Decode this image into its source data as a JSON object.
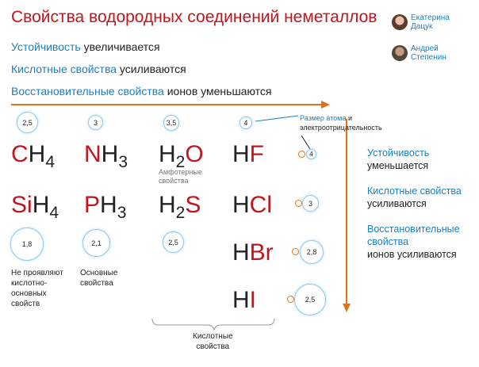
{
  "title": "Свойства водородных соединений неметаллов",
  "authors": [
    {
      "first": "Екатерина",
      "last": "Дацук",
      "avatar_color": "#9a6b4e"
    },
    {
      "first": "Андрей",
      "last": "Степенин",
      "avatar_color": "#6e6352"
    }
  ],
  "lines": [
    {
      "accent": "Устойчивость",
      "rest": " увеличивается"
    },
    {
      "accent": "Кислотные свойства",
      "rest": " усиливаются"
    },
    {
      "accent": "Восстановительные свойства",
      "rest": " ионов уменьшаются"
    }
  ],
  "top_values": [
    "2,5",
    "3",
    "3,5",
    "4"
  ],
  "legend": {
    "accent": "Размер атома",
    "rest1": " и",
    "rest2": "электроотрицательность"
  },
  "row1": [
    {
      "el": "C",
      "h": "H",
      "sub": "4"
    },
    {
      "el": "N",
      "h": "H",
      "sub": "3"
    },
    {
      "el": "O",
      "h": "H",
      "sub": "2",
      "h_first": true
    },
    {
      "el": "F",
      "h": "H",
      "sub": "",
      "h_first": true
    }
  ],
  "row2": [
    {
      "el": "Si",
      "h": "H",
      "sub": "4"
    },
    {
      "el": "P",
      "h": "H",
      "sub": "3"
    },
    {
      "el": "S",
      "h": "H",
      "sub": "2",
      "h_first": true
    },
    {
      "el": "Cl",
      "h": "H",
      "sub": "",
      "h_first": true
    }
  ],
  "h2o_note": [
    "Амфотерные",
    "свойства"
  ],
  "row2_values": [
    "1,8",
    "2,1",
    "2,5"
  ],
  "notes": {
    "si": [
      "Не проявляют",
      "кислотно-",
      "основных",
      "свойств"
    ],
    "p": [
      "Основные",
      "свойства"
    ]
  },
  "halogens": [
    {
      "el": "Br",
      "value": "2,8"
    },
    {
      "el": "I",
      "value": "2,5"
    }
  ],
  "halogen_values": [
    "4",
    "3",
    "2,8",
    "2,5"
  ],
  "bracket_label": [
    "Кислотные",
    "свойства"
  ],
  "right_text": [
    {
      "accent": "Устойчивость",
      "rest": "уменьшается"
    },
    {
      "accent": "Кислотные свойства",
      "rest": "усиливаются"
    },
    {
      "accent": "Восстановительные свойства",
      "rest": "ионов усиливаются"
    }
  ],
  "colors": {
    "red": "#c0161d",
    "blue": "#1a7fc1",
    "arrow": "#e07319",
    "circle": "#8ccbec"
  }
}
